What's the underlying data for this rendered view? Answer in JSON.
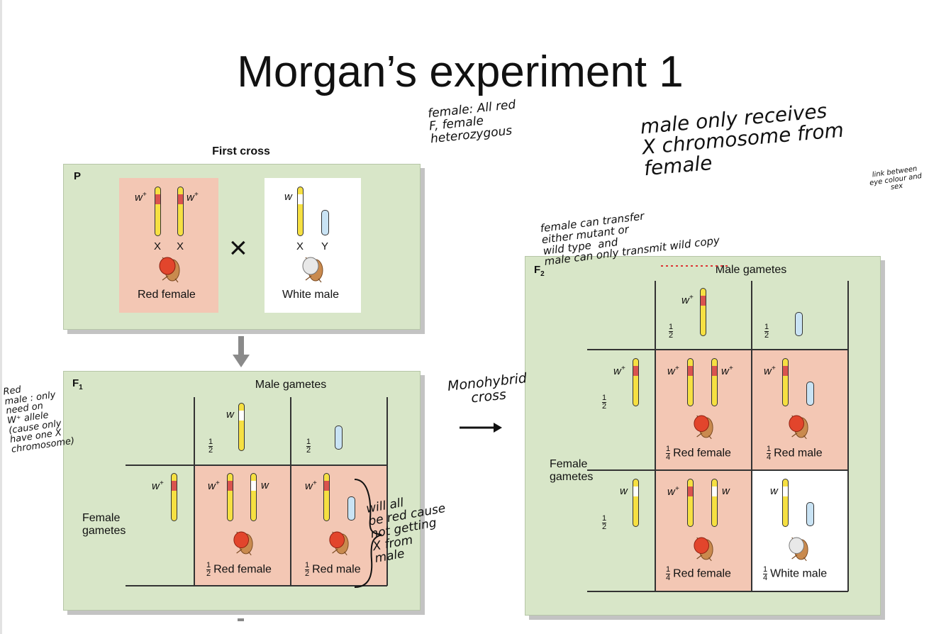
{
  "slide": {
    "title": "Morgan’s experiment 1",
    "cross_title": "First cross"
  },
  "parental": {
    "label": "P",
    "female": {
      "alleles": [
        "w",
        "w"
      ],
      "sup": "+",
      "chromosomes": [
        "X",
        "X"
      ],
      "caption": "Red female"
    },
    "male": {
      "allele": "w",
      "chromosomes": [
        "X",
        "Y"
      ],
      "caption": "White male"
    },
    "cross_symbol": "×"
  },
  "f1": {
    "label": "F",
    "label_sub": "1",
    "male_gametes": "Male gametes",
    "female_gametes": "Female\ngametes",
    "frac_num": "1",
    "frac_den": "2",
    "allele_w": "w",
    "allele_wplus": "w",
    "plus": "+",
    "cells": [
      {
        "caption": "Red female"
      },
      {
        "caption": "Red male"
      }
    ]
  },
  "f2": {
    "label": "F",
    "label_sub": "2",
    "male_gametes": "Male gametes",
    "female_gametes": "Female\ngametes",
    "half_num": "1",
    "half_den": "2",
    "quarter_num": "1",
    "quarter_den": "4",
    "allele_w": "w",
    "allele_wplus": "w",
    "plus": "+",
    "cells": [
      {
        "caption": "Red female"
      },
      {
        "caption": "Red male"
      },
      {
        "caption": "Red female"
      },
      {
        "caption": "White male"
      }
    ]
  },
  "annotations": {
    "female_note": "female: All red\nF, female\nheterozygous",
    "male_note": "male only receives\nX chromosome from\nfemale",
    "link_note": "link between\neye colour and\nsex",
    "transfer_note": "female can transfer\neither mutant or\nwild type  and\nmale can only transmit wild copy",
    "monohybrid_note": "Monohybrid\ncross",
    "red_male_note": "Red\nmale : only\nneed on\nW⁺ allele\n(cause only\nhave one X\nchromosome)",
    "will_all_note": "will all\nbe red cause\nnot getting\nX from\nmale"
  },
  "colors": {
    "panel_green": "#d8e6c8",
    "cell_pink": "#f3c7b4",
    "x_chromosome": "#f6e042",
    "y_chromosome": "#c9e3f4",
    "red_allele": "#d9534f",
    "red_eye": "#e2452c",
    "white_eye": "#e8e8e8"
  }
}
